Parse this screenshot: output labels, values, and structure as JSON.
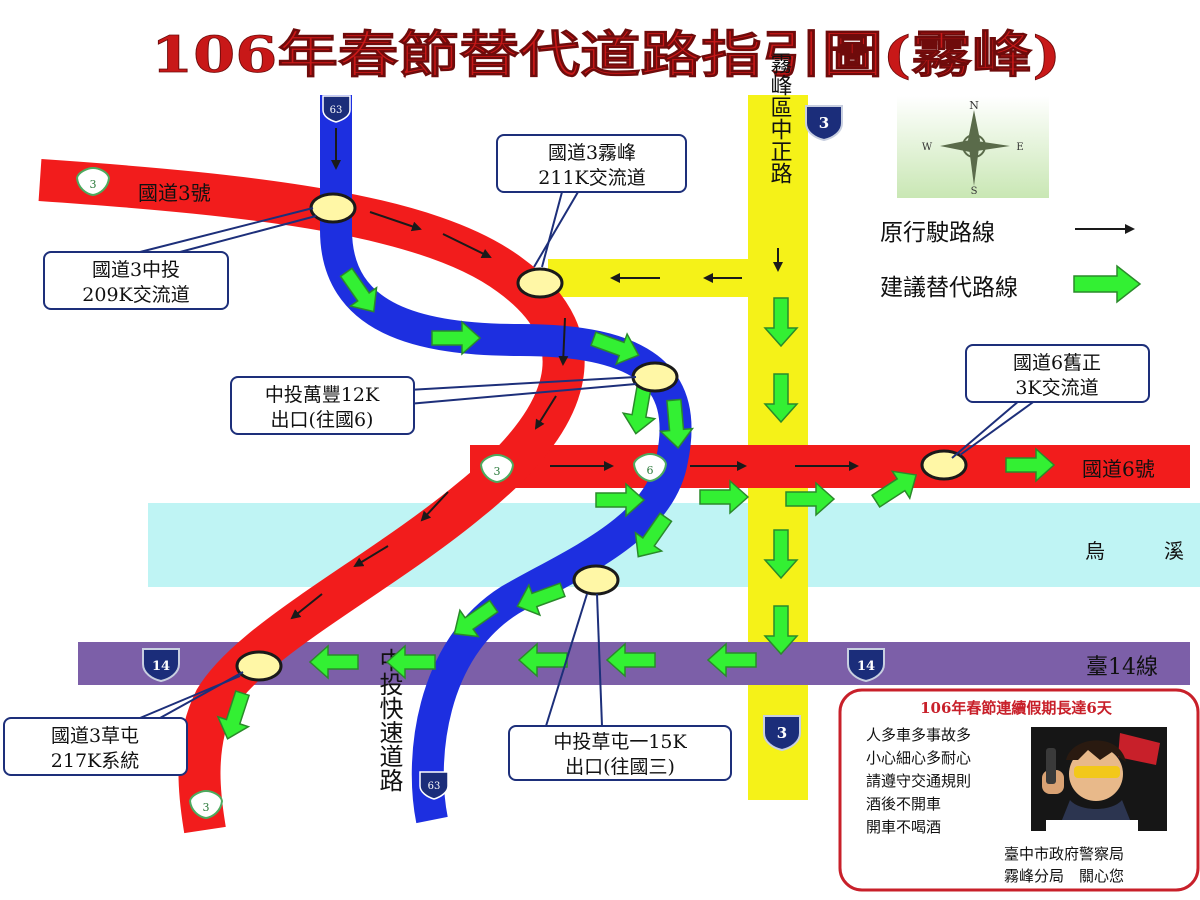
{
  "title": "106年春節替代道路指引圖(霧峰)",
  "colors": {
    "title": "#c81818",
    "freeway3": "#f21c1c",
    "expressway63": "#1d2fe0",
    "province14": "#7c5fa8",
    "freeway6": "#f21c1c",
    "zhongzheng_road": "#f5f218",
    "river": "#bff4f4",
    "green_arrow": "#33f033",
    "callout_border": "#1d2f7a",
    "notice_border": "#c8202a"
  },
  "roads": {
    "freeway3_label": "國道3號",
    "freeway6_label": "國道6號",
    "province14_label": "臺14線",
    "zhongzheng_label": "霧峰區中正路",
    "expressway_label": "中投快速道路",
    "river_label_1": "烏",
    "river_label_2": "溪"
  },
  "shields": {
    "freeway3": "3",
    "freeway6": "6",
    "province14": "14",
    "expressway63": "63"
  },
  "compass": {
    "n": "N",
    "s": "S",
    "e": "E",
    "w": "W"
  },
  "legend": {
    "original_route": "原行駛路線",
    "alternate_route": "建議替代路線"
  },
  "callouts": {
    "wufeng_1": "國道3霧峰",
    "wufeng_2": "211K交流道",
    "zhongtou_1": "國道3中投",
    "zhongtou_2": "209K交流道",
    "wanfeng_1": "中投萬豐12K",
    "wanfeng_2": "出口(往國6)",
    "jiuzheng_1": "國道6舊正",
    "jiuzheng_2": "3K交流道",
    "caotun_sys_1": "國道3草屯",
    "caotun_sys_2": "217K系統",
    "caotun_exit_1": "中投草屯一15K",
    "caotun_exit_2": "出口(往國三)"
  },
  "notice": {
    "heading": "106年春節連續假期長達6天",
    "lines": [
      "人多車多事故多",
      "小心細心多耐心",
      "請遵守交通規則",
      "酒後不開車",
      "開車不喝酒"
    ],
    "agency": "臺中市政府警察局",
    "branch": "霧峰分局　關心您"
  }
}
